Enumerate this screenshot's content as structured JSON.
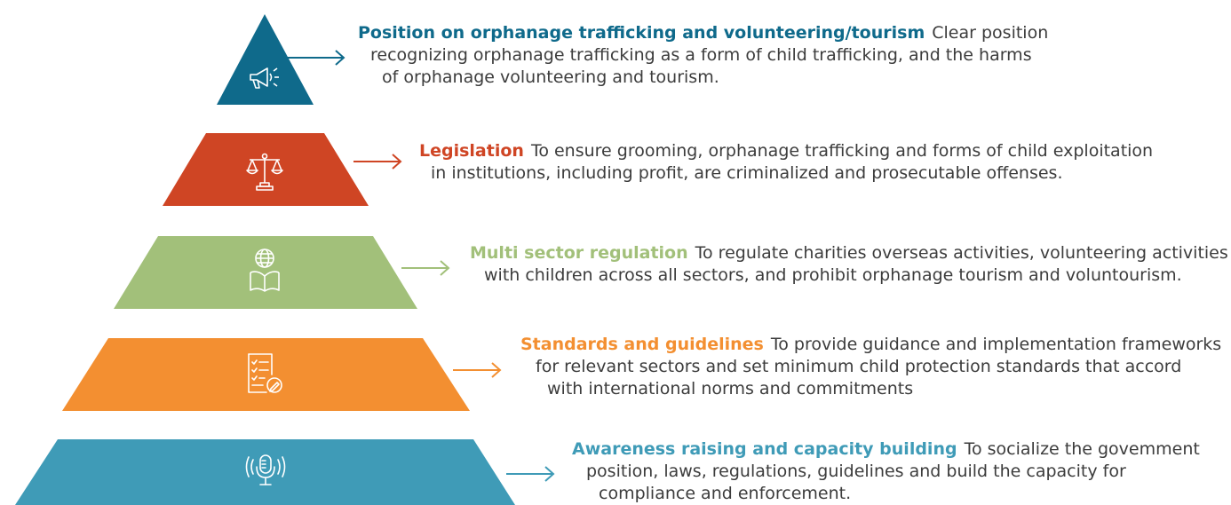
{
  "colors": {
    "tier1": "#0f6a8b",
    "tier2": "#cf4524",
    "tier3": "#a2c07a",
    "tier4": "#f38f31",
    "tier5": "#3f9bb7",
    "text": "#3c3c3c"
  },
  "tiers": [
    {
      "title": "Position on orphanage trafficking and volunteering/tourism",
      "icon": "megaphone-icon",
      "lines": [
        "Clear position",
        "recognizing orphanage trafficking as a form of child trafficking, and the harms",
        "of orphanage volunteering and tourism."
      ]
    },
    {
      "title": "Legislation",
      "icon": "scales-icon",
      "lines": [
        "To ensure grooming, orphanage trafficking and forms of child exploitation",
        "in institutions, including profit, are criminalized and prosecutable offenses."
      ]
    },
    {
      "title": "Multi sector regulation",
      "icon": "globe-book-icon",
      "lines": [
        "To regulate charities overseas activities, volunteering activities",
        "with children across all sectors, and prohibit orphanage tourism and voluntourism."
      ]
    },
    {
      "title": "Standards and guidelines",
      "icon": "checklist-icon",
      "lines": [
        "To provide guidance and implementation frameworks",
        "for relevant sectors and set minimum child protection standards that accord",
        "with international norms and commitments"
      ]
    },
    {
      "title": "Awareness raising and capacity building",
      "icon": "microphone-icon",
      "lines": [
        "To socialize the govemment",
        "position, laws, regulations, guidelines and build the capacity for",
        "compliance and enforcement."
      ]
    }
  ]
}
